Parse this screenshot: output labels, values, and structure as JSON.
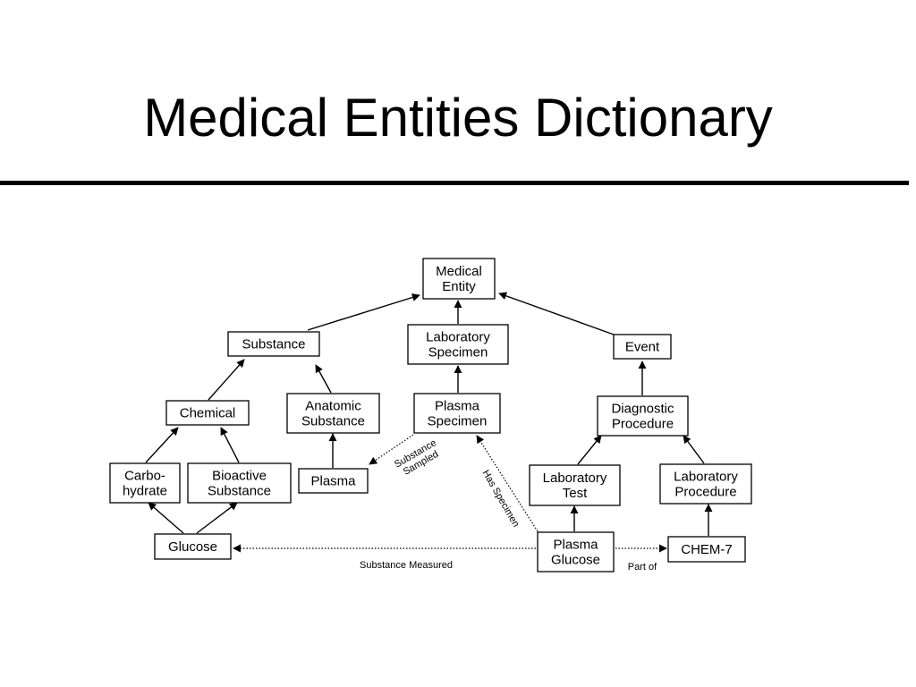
{
  "title": "Medical Entities Dictionary",
  "nodes": [
    {
      "id": "medical-entity",
      "lines": [
        "Medical",
        "Entity"
      ]
    },
    {
      "id": "substance",
      "lines": [
        "Substance"
      ]
    },
    {
      "id": "laboratory-specimen",
      "lines": [
        "Laboratory",
        "Specimen"
      ]
    },
    {
      "id": "event",
      "lines": [
        "Event"
      ]
    },
    {
      "id": "chemical",
      "lines": [
        "Chemical"
      ]
    },
    {
      "id": "anatomic-substance",
      "lines": [
        "Anatomic",
        "Substance"
      ]
    },
    {
      "id": "plasma-specimen",
      "lines": [
        "Plasma",
        "Specimen"
      ]
    },
    {
      "id": "diagnostic-procedure",
      "lines": [
        "Diagnostic",
        "Procedure"
      ]
    },
    {
      "id": "carbohydrate",
      "lines": [
        "Carbo-",
        "hydrate"
      ]
    },
    {
      "id": "bioactive-substance",
      "lines": [
        "Bioactive",
        "Substance"
      ]
    },
    {
      "id": "plasma",
      "lines": [
        "Plasma"
      ]
    },
    {
      "id": "laboratory-test",
      "lines": [
        "Laboratory",
        "Test"
      ]
    },
    {
      "id": "laboratory-procedure",
      "lines": [
        "Laboratory",
        "Procedure"
      ]
    },
    {
      "id": "glucose",
      "lines": [
        "Glucose"
      ]
    },
    {
      "id": "plasma-glucose",
      "lines": [
        "Plasma",
        "Glucose"
      ]
    },
    {
      "id": "chem-7",
      "lines": [
        "CHEM-7"
      ]
    }
  ],
  "isa_edges": [
    {
      "from": "substance",
      "to": "medical-entity"
    },
    {
      "from": "laboratory-specimen",
      "to": "medical-entity"
    },
    {
      "from": "event",
      "to": "medical-entity"
    },
    {
      "from": "chemical",
      "to": "substance"
    },
    {
      "from": "anatomic-substance",
      "to": "substance"
    },
    {
      "from": "plasma-specimen",
      "to": "laboratory-specimen"
    },
    {
      "from": "diagnostic-procedure",
      "to": "event"
    },
    {
      "from": "carbohydrate",
      "to": "chemical"
    },
    {
      "from": "bioactive-substance",
      "to": "chemical"
    },
    {
      "from": "plasma",
      "to": "anatomic-substance"
    },
    {
      "from": "laboratory-test",
      "to": "diagnostic-procedure"
    },
    {
      "from": "laboratory-procedure",
      "to": "diagnostic-procedure"
    },
    {
      "from": "glucose",
      "to": "carbohydrate"
    },
    {
      "from": "glucose",
      "to": "bioactive-substance"
    },
    {
      "from": "plasma-glucose",
      "to": "laboratory-test"
    },
    {
      "from": "chem-7",
      "to": "laboratory-procedure"
    }
  ],
  "relations": [
    {
      "id": "substance-sampled",
      "from": "plasma-specimen",
      "to": "plasma",
      "label": [
        "Substance",
        "Sampled"
      ]
    },
    {
      "id": "has-specimen",
      "from": "plasma-glucose",
      "to": "plasma-specimen",
      "label": [
        "Has Specimen"
      ]
    },
    {
      "id": "substance-measured",
      "from": "plasma-glucose",
      "to": "glucose",
      "label": [
        "Substance Measured"
      ]
    },
    {
      "id": "part-of",
      "from": "plasma-glucose",
      "to": "chem-7",
      "label": [
        "Part of"
      ]
    }
  ]
}
